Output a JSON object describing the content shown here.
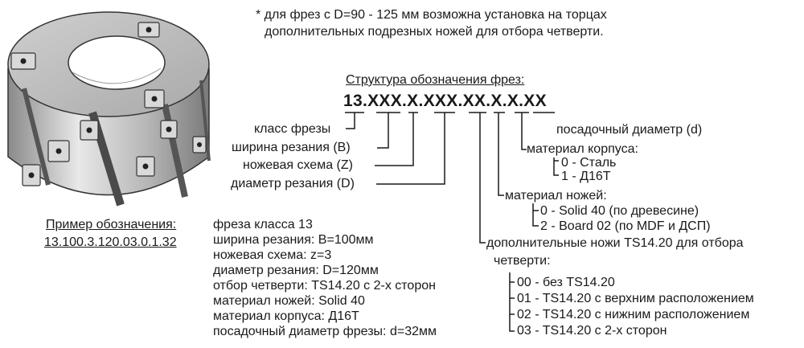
{
  "note": {
    "line1": "* для фрез с D=90  - 125  мм возможна установка на торцах",
    "line2": "дополнительных подрезных ножей для отбора четверти."
  },
  "structure": {
    "title": "Структура обозначения фрез:",
    "code": "13.XXX.X.XXX.XX.X.X.XX"
  },
  "left_labels": {
    "class": "класс фрезы",
    "width": "ширина резания (B)",
    "scheme": "ножевая схема (Z)",
    "diameter": "диаметр резания (D)"
  },
  "right_labels": {
    "bore": "посадочный диаметр (d)",
    "body_material": "материал корпуса:",
    "body_opt0": "0 - Сталь",
    "body_opt1": "1 - Д16Т",
    "knife_material": "материал ножей:",
    "knife_opt0": "0 - Solid 40 (по древесине)",
    "knife_opt2": "2 - Board 02 (по MDF и ДСП)",
    "extra_knives_1": "дополнительные ножи TS14.20 для отбора",
    "extra_knives_2": "четверти:",
    "extra_opt00": "00 - без TS14.20",
    "extra_opt01": "01 - TS14.20 с верхним расположением",
    "extra_opt02": "02 - TS14.20 с нижним расположением",
    "extra_opt03": "03 - TS14.20 с 2-х сторон"
  },
  "example": {
    "title": "Пример обозначения:",
    "code": "13.100.3.120.03.0.1.32",
    "lines": [
      "фреза класса 13",
      "ширина резания: B=100мм",
      "ножевая схема:  z=3",
      "диаметр резания: D=120мм",
      "отбор четверти: TS14.20 с 2-х сторон",
      "материал ножей: Solid 40",
      "материал корпуса: Д16Т",
      "посадочный диаметр фрезы: d=32мм"
    ]
  }
}
